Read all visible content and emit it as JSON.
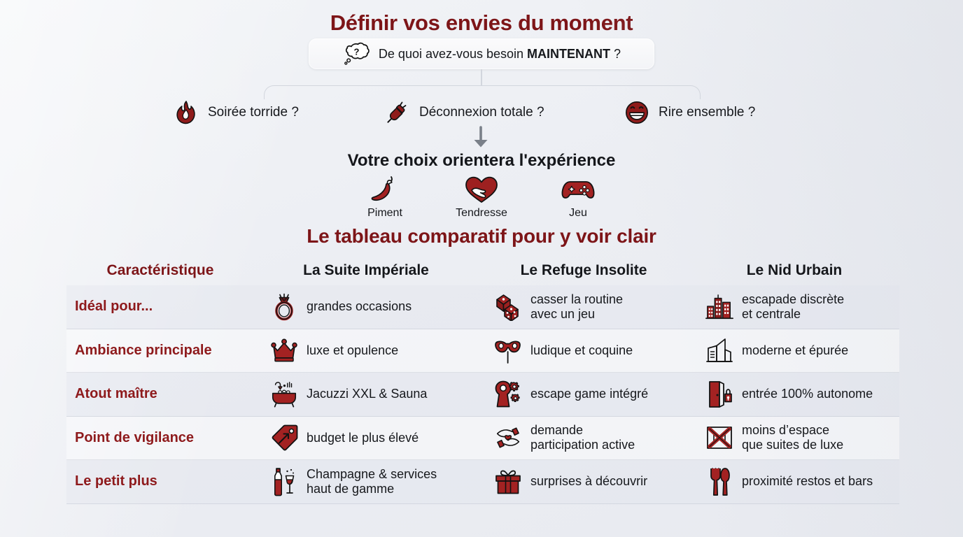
{
  "theme": {
    "accent_dark_red": "#7d1518",
    "label_red": "#8e1a1c",
    "icon_red": "#a32222",
    "text_dark": "#16181c",
    "background": "#eef0f4",
    "divider": "#aab0bc"
  },
  "header": {
    "headline": "Définir vos envies du moment",
    "prompt_prefix": "De quoi avez-vous besoin ",
    "prompt_strong": "MAINTENANT",
    "prompt_suffix": " ?"
  },
  "options": [
    {
      "icon": "flame-icon",
      "label": "Soirée torride ?"
    },
    {
      "icon": "plug-icon",
      "label": "Déconnexion totale ?"
    },
    {
      "icon": "laughing-face-icon",
      "label": "Rire ensemble ?"
    }
  ],
  "subhead": "Votre choix orientera l'expérience",
  "moods": [
    {
      "icon": "chili-pepper-icon",
      "label": "Piment"
    },
    {
      "icon": "heart-hand-icon",
      "label": "Tendresse"
    },
    {
      "icon": "game-controller-icon",
      "label": "Jeu"
    }
  ],
  "table": {
    "title": "Le tableau comparatif pour y voir clair",
    "columns": [
      "Caractéristique",
      "La Suite Impériale",
      "Le Refuge Insolite",
      "Le Nid Urbain"
    ],
    "rows": [
      {
        "label": "Idéal pour...",
        "cells": [
          {
            "icon": "ring-icon",
            "text": "grandes occasions"
          },
          {
            "icon": "dice-icon",
            "text": "casser la routine\navec un jeu"
          },
          {
            "icon": "cityscape-icon",
            "text": "escapade discrète\net centrale"
          }
        ]
      },
      {
        "label": "Ambiance principale",
        "cells": [
          {
            "icon": "crown-icon",
            "text": "luxe et opulence"
          },
          {
            "icon": "mask-icon",
            "text": "ludique et coquine"
          },
          {
            "icon": "modern-building-icon",
            "text": "moderne et épurée"
          }
        ]
      },
      {
        "label": "Atout maître",
        "cells": [
          {
            "icon": "bathtub-icon",
            "text": "Jacuzzi XXL & Sauna"
          },
          {
            "icon": "keyhole-gears-icon",
            "text": "escape game intégré"
          },
          {
            "icon": "door-lock-icon",
            "text": "entrée 100% autonome"
          }
        ]
      },
      {
        "label": "Point de vigilance",
        "cells": [
          {
            "icon": "price-tag-icon",
            "text": "budget le plus élevé"
          },
          {
            "icon": "helping-hands-icon",
            "text": "demande\nparticipation active"
          },
          {
            "icon": "crossed-box-icon",
            "text": "moins d’espace\nque suites de luxe"
          }
        ]
      },
      {
        "label": "Le petit plus",
        "cells": [
          {
            "icon": "champagne-icon",
            "text": "Champagne & services\nhaut de gamme"
          },
          {
            "icon": "gift-icon",
            "text": "surprises à découvrir"
          },
          {
            "icon": "cutlery-icon",
            "text": "proximité restos et bars"
          }
        ]
      }
    ]
  }
}
